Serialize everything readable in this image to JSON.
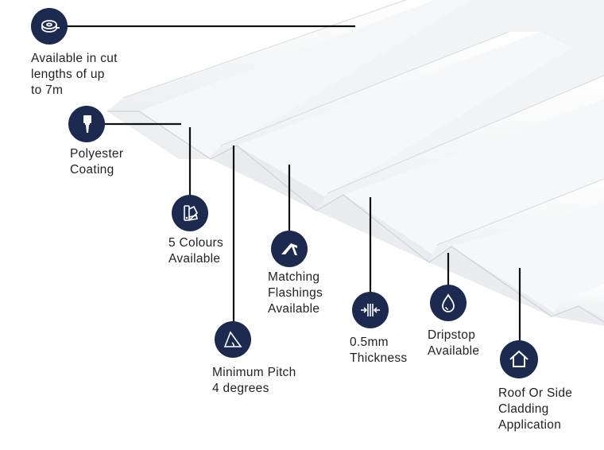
{
  "features": [
    {
      "id": "cut-lengths",
      "icon": "tape-measure-icon",
      "lines": [
        "Available in cut",
        "lengths of up",
        "to 7m"
      ]
    },
    {
      "id": "coating",
      "icon": "paintbrush-icon",
      "lines": [
        "Polyester",
        "Coating"
      ]
    },
    {
      "id": "colours",
      "icon": "colour-swatch-icon",
      "lines": [
        "5 Colours",
        "Available"
      ]
    },
    {
      "id": "flashings",
      "icon": "flashing-icon",
      "lines": [
        "Matching",
        "Flashings",
        "Available"
      ]
    },
    {
      "id": "pitch",
      "icon": "pitch-angle-icon",
      "lines": [
        "Minimum Pitch",
        "4 degrees"
      ]
    },
    {
      "id": "thickness",
      "icon": "thickness-icon",
      "lines": [
        "0.5mm",
        "Thickness"
      ]
    },
    {
      "id": "dripstop",
      "icon": "water-drop-icon",
      "lines": [
        "Dripstop",
        "Available"
      ]
    },
    {
      "id": "cladding",
      "icon": "house-icon",
      "lines": [
        "Roof Or Side",
        "Cladding",
        "Application"
      ]
    }
  ],
  "colors": {
    "icon_badge": "#1c2a4f",
    "sheet": "#f3f4f5",
    "text": "#222222",
    "leader": "#111111"
  }
}
